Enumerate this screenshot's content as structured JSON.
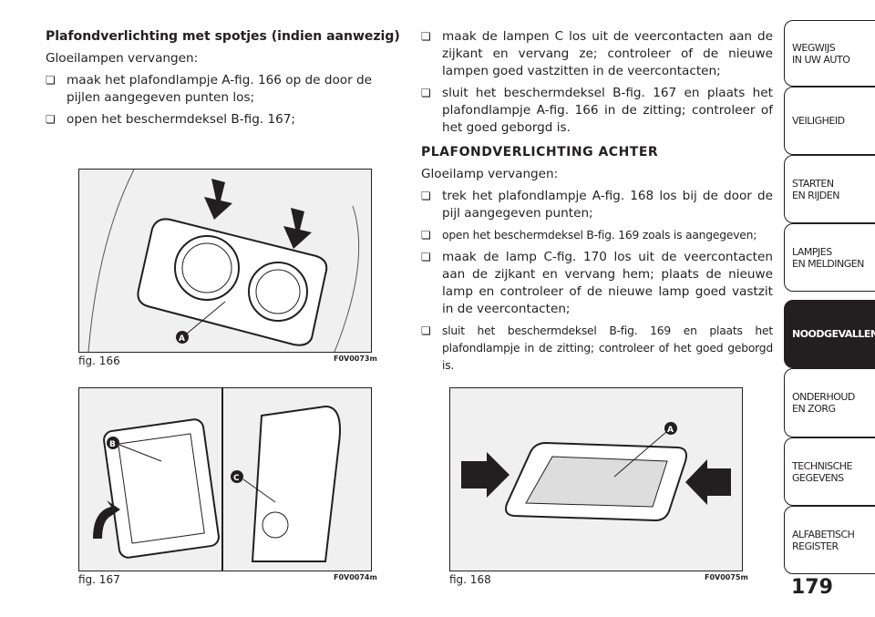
{
  "left": {
    "heading": "Plafondverlichting met spotjes (indien aanwezig)",
    "intro": "Gloeilampen vervangen:",
    "items": [
      "maak het plafondlampje A-fig. 166 op de door de pijlen aangegeven punten los;",
      "open het beschermdeksel B-fig. 167;"
    ]
  },
  "right": {
    "items_top": [
      "maak de lampen C los uit de veercontacten aan de zijkant en vervang ze; controleer of de nieuwe lampen goed vastzitten in de veercontacten;",
      "sluit het beschermdeksel B-fig. 167 en plaats het plafondlampje A-fig. 166 in de zitting; controleer of het goed geborgd is."
    ],
    "heading": "PLAFONDVERLICHTING ACHTER",
    "intro": "Gloeilamp vervangen:",
    "items": [
      "trek het plafondlampje A-fig. 168 los bij de door de pijl aangegeven punten;",
      "open het beschermdeksel B-fig. 169 zoals is aangegeven;",
      "maak de lamp C-fig. 170 los uit de veercontacten aan de zijkant en vervang hem; plaats de nieuwe lamp en controleer of de nieuwe lamp goed vastzit in de veercontacten;",
      "sluit het beschermdeksel B-fig. 169 en plaats het plafondlampje in de zitting; controleer of het goed geborgd is."
    ]
  },
  "figures": [
    {
      "label": "fig. 166",
      "code": "F0V0073m",
      "callouts": [
        "A"
      ]
    },
    {
      "label": "fig. 167",
      "code": "F0V0074m",
      "callouts": [
        "B",
        "C"
      ]
    },
    {
      "label": "fig. 168",
      "code": "F0V0075m",
      "callouts": [
        "A"
      ]
    }
  ],
  "tabs": [
    {
      "line1": "WEGWIJS",
      "line2": "IN UW AUTO"
    },
    {
      "line1": "VEILIGHEID",
      "line2": ""
    },
    {
      "line1": "STARTEN",
      "line2": "EN RIJDEN"
    },
    {
      "line1": "LAMPJES",
      "line2": "EN MELDINGEN"
    },
    {
      "line1": "NOODGEVALLEN",
      "line2": ""
    },
    {
      "line1": "ONDERHOUD",
      "line2": "EN ZORG"
    },
    {
      "line1": "TECHNISCHE",
      "line2": "GEGEVENS"
    },
    {
      "line1": "ALFABETISCH",
      "line2": "REGISTER"
    }
  ],
  "active_tab": 4,
  "page_number": "179"
}
